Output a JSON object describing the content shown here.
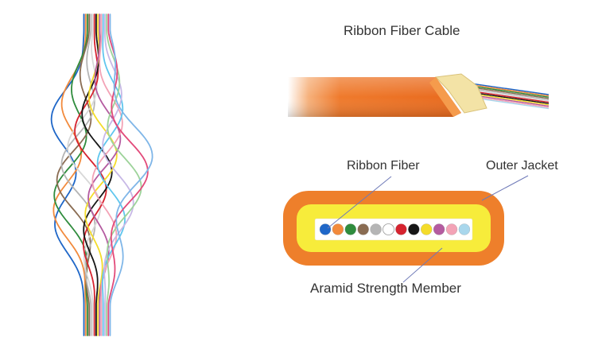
{
  "labels": {
    "title": "Ribbon Fiber Cable",
    "ribbon_fiber": "Ribbon Fiber",
    "outer_jacket": "Outer Jacket",
    "aramid": "Aramid Strength Member"
  },
  "colors": {
    "jacket": "#f07a2a",
    "aramid": "#f6ec3c",
    "core": "#ffffff",
    "leader_line": "#6f7ab8",
    "fibers": [
      "#1f67c8",
      "#f28a3c",
      "#2f8c3d",
      "#8a6c52",
      "#b5b5b5",
      "#ffffff",
      "#d6232f",
      "#161616",
      "#f4dc2a",
      "#b45ba0",
      "#f3a3b6",
      "#a9d7ec"
    ]
  },
  "icons": {
    "fanout": "bundled-fiber-strands-illustration",
    "cable": "ribbon-cable-3d-illustration"
  }
}
